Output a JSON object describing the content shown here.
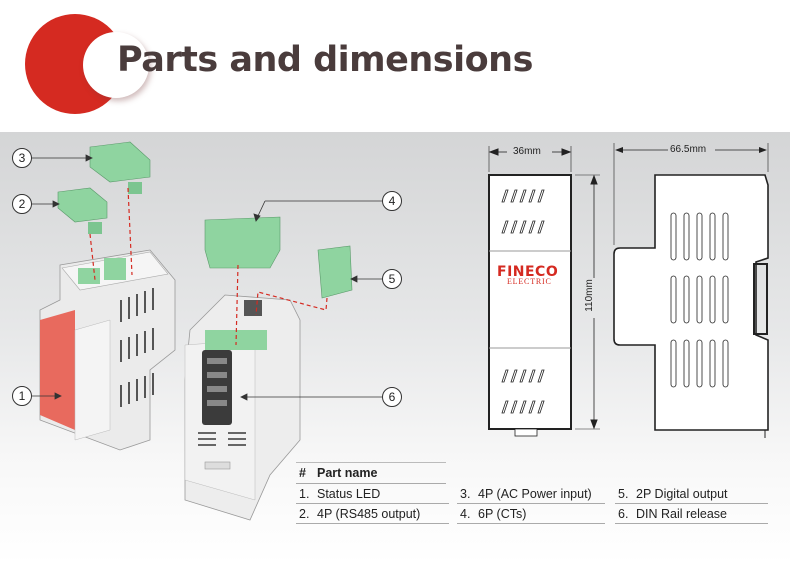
{
  "header": {
    "title": "Parts and dimensions",
    "accent_color": "#d52a21"
  },
  "callouts": [
    "1",
    "2",
    "3",
    "4",
    "5",
    "6"
  ],
  "dimensions": {
    "width": "36mm",
    "depth": "66.5mm",
    "height": "110mm"
  },
  "logo": {
    "brand": "FINECO",
    "sub": "ELECTRIC"
  },
  "parts_table": {
    "header_hash": "#",
    "header_label": "Part name",
    "rows": [
      [
        {
          "n": "1.",
          "label": "Status LED"
        },
        {
          "n": "3.",
          "label": "4P (AC Power input)"
        },
        {
          "n": "5.",
          "label": "2P Digital output"
        }
      ],
      [
        {
          "n": "2.",
          "label": "4P (RS485 output)"
        },
        {
          "n": "4.",
          "label": "6P (CTs)"
        },
        {
          "n": "6.",
          "label": "DIN Rail release"
        }
      ]
    ]
  }
}
